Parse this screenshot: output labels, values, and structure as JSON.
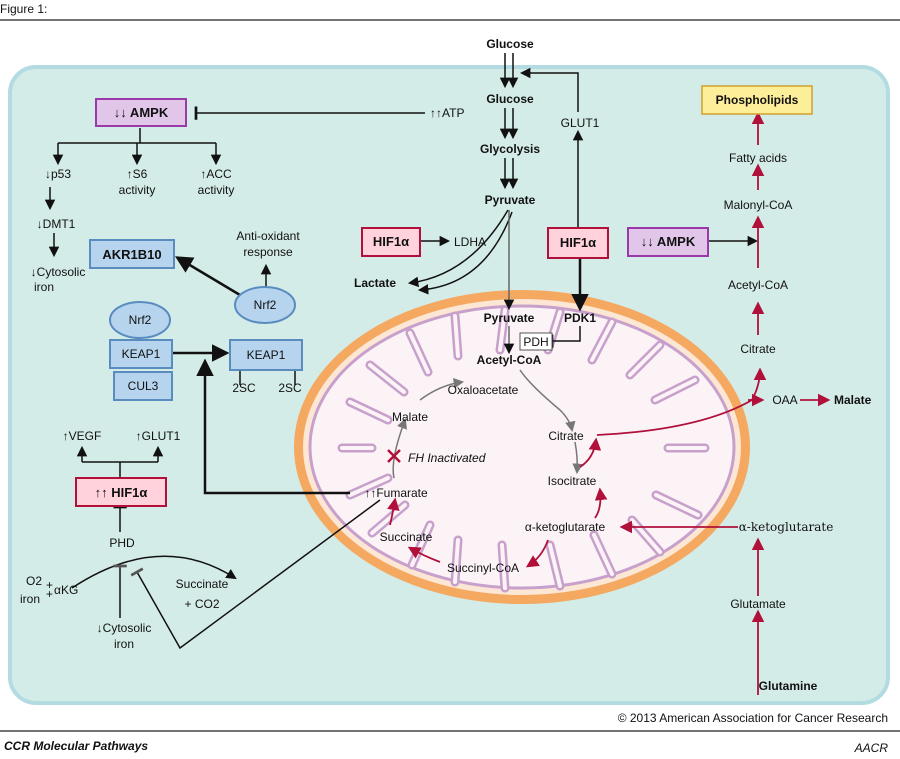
{
  "figure_label": "Figure 1:",
  "footer": {
    "copyright": "© 2013 American Association for Cancer Research",
    "journal": "CCR Molecular Pathways",
    "logo_text": "AACR"
  },
  "nodes": {
    "glucose_out": "Glucose",
    "glucose_in": "Glucose",
    "glycolysis": "Glycolysis",
    "pyruvate": "Pyruvate",
    "glut1": "GLUT1",
    "atp": "↑↑ATP",
    "ampk_left": "↓↓ AMPK",
    "p53": "↓p53",
    "s6_1": "↑S6",
    "s6_2": "activity",
    "acc_1": "↑ACC",
    "acc_2": "activity",
    "dmt1": "↓DMT1",
    "cyto_iron_1": "↓Cytosolic",
    "cyto_iron_2": "iron",
    "akr1b10": "AKR1B10",
    "antiox_1": "Anti-oxidant",
    "antiox_2": "response",
    "nrf2_a": "Nrf2",
    "nrf2_b": "Nrf2",
    "keap1_a": "KEAP1",
    "keap1_b": "KEAP1",
    "cul3": "CUL3",
    "twosc_a": "2SC",
    "twosc_b": "2SC",
    "hif_ldha": "HIF1α",
    "ldha": "LDHA",
    "lactate": "Lactate",
    "hif_pdk": "HIF1α",
    "pdk1": "PDK1",
    "pdh": "PDH",
    "pyruvate_mito": "Pyruvate",
    "acetyl_coa_mito": "Acetyl-CoA",
    "oxaloacetate": "Oxaloacetate",
    "malate_mito": "Malate",
    "citrate_mito": "Citrate",
    "fh_inactivated": "FH Inactivated",
    "fumarate": "↑↑Fumarate",
    "isocitrate": "Isocitrate",
    "akg_mito": "α-ketoglutarate",
    "succinate": "Succinate",
    "succinyl_coa": "Succinyl-CoA",
    "vegf": "↑VEGF",
    "glut1_up": "↑GLUT1",
    "hif_up": "↑↑ HIF1α",
    "phd": "PHD",
    "o2": "O2",
    "plus_o2": "+",
    "akg_small": "αKG",
    "iron": "iron",
    "plus_iron": "+",
    "succinate_co2_1": "Succinate",
    "succinate_co2_2": "+ CO2",
    "cyto_iron2_1": "↓Cytosolic",
    "cyto_iron2_2": "iron",
    "phospholipids": "Phospholipids",
    "fatty_acids": "Fatty acids",
    "malonyl_coa": "Malonyl-CoA",
    "ampk_right": "↓↓ AMPK",
    "acetyl_coa_right": "Acetyl-CoA",
    "citrate_right": "Citrate",
    "oaa": "OAA",
    "malate_right": "Malate",
    "akg_right": "α-ketoglutarate",
    "glutamate": "Glutamate",
    "glutamine": "Glutamine"
  },
  "colors": {
    "cell_fill": "#d4ece8",
    "cell_border": "#b2dbe2",
    "box_fill": "#f2f2f2",
    "mito_outer": "#f4a860",
    "mito_membrane": "#c8a0cc",
    "mito_fill": "#fbf3f6",
    "red": "#b0103a",
    "hif_fill": "#ffd2dc",
    "ampk_fill": "#e2c6ea",
    "blue_fill": "#b6d4ee",
    "blue_border": "#5a8cc0",
    "yellow_fill": "#fdef9a"
  }
}
